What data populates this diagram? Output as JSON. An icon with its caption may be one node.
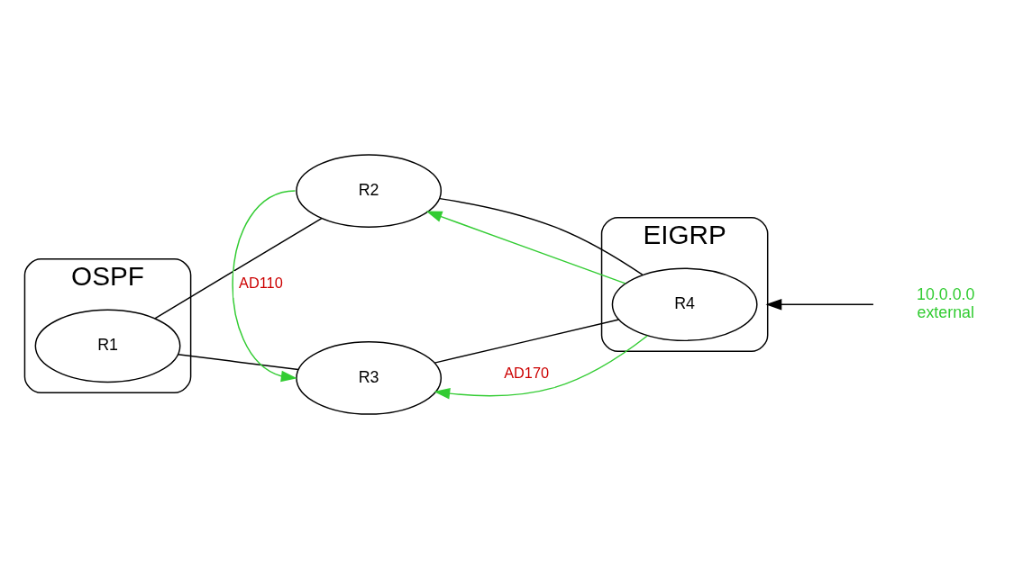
{
  "diagram": {
    "nodes": [
      {
        "text": [
          "OSPF"
        ]
      },
      {
        "text": [
          "R1"
        ],
        "in": 0
      },
      {
        "text": [
          "R2"
        ]
      },
      {
        "text": [
          "R3"
        ]
      },
      {
        "text": [
          "EIGRP"
        ]
      },
      {
        "text": [
          "R4"
        ],
        "in": 4
      },
      {
        "text": [
          "10.0.0.0",
          "external"
        ]
      }
    ],
    "edges": [
      {
        "from": 1,
        "to": 2,
        "arrow": "none"
      },
      {
        "from": 1,
        "to": 3,
        "arrow": "none"
      },
      {
        "from": 2,
        "to": 5,
        "arrow": "none"
      },
      {
        "from": 3,
        "to": 5,
        "arrow": "none"
      },
      {
        "from": 2,
        "to": 3,
        "arrow": "to",
        "color": "#33cc33",
        "label": "AD110"
      },
      {
        "from": 5,
        "to": 2,
        "arrow": "to",
        "color": "#33cc33"
      },
      {
        "from": 5,
        "to": 3,
        "arrow": "to",
        "color": "#33cc33",
        "label": "AD170"
      },
      {
        "from": 6,
        "to": 4,
        "arrow": "to"
      }
    ]
  }
}
